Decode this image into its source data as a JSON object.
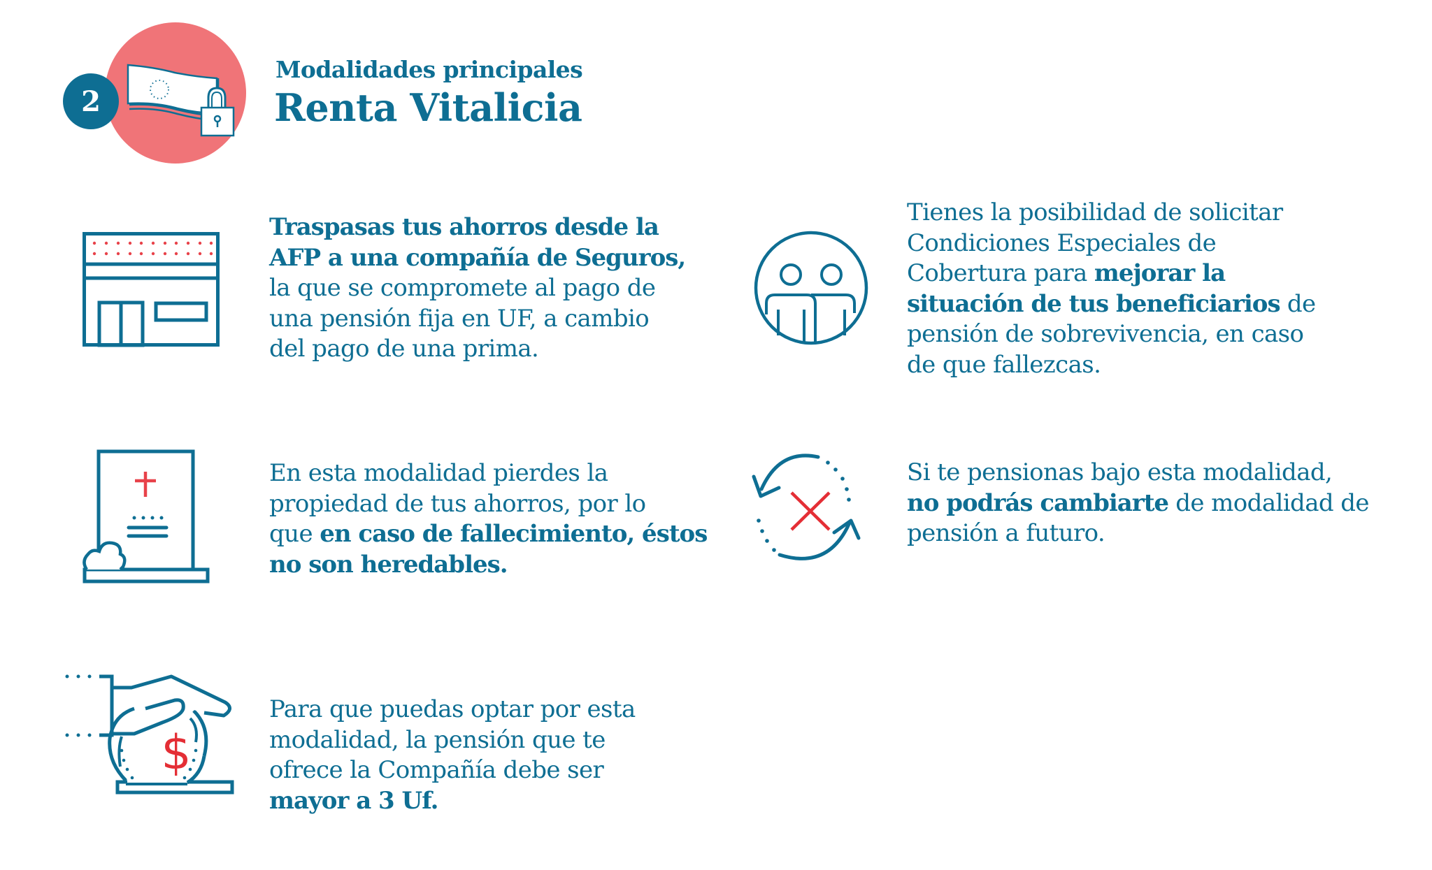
{
  "colors": {
    "primary": "#0E6E93",
    "accent_coral": "#F07478",
    "accent_red": "#E42E35",
    "background": "#FFFFFF"
  },
  "header": {
    "step_number": "2",
    "subtitle": "Modalidades principales",
    "title": "Renta Vitalicia",
    "icon": "locked-banknote-icon"
  },
  "items": [
    {
      "icon": "storefront-icon",
      "lines": [
        [
          {
            "text": "Traspasas tus ahorros desde la",
            "bold": true
          }
        ],
        [
          {
            "text": "AFP a una compañía de Seguros,",
            "bold": true
          }
        ],
        [
          {
            "text": "la que se compromete al pago de",
            "bold": false
          }
        ],
        [
          {
            "text": "una pensión fija en UF, a cambio",
            "bold": false
          }
        ],
        [
          {
            "text": "del pago de una prima.",
            "bold": false
          }
        ]
      ]
    },
    {
      "icon": "beneficiaries-people-icon",
      "lines": [
        [
          {
            "text": "Tienes la posibilidad de solicitar",
            "bold": false
          }
        ],
        [
          {
            "text": "Condiciones Especiales de",
            "bold": false
          }
        ],
        [
          {
            "text": "Cobertura para ",
            "bold": false
          },
          {
            "text": "mejorar la",
            "bold": true
          }
        ],
        [
          {
            "text": "situación de tus beneficiarios",
            "bold": true
          },
          {
            "text": " de",
            "bold": false
          }
        ],
        [
          {
            "text": "pensión de sobrevivencia, en caso",
            "bold": false
          }
        ],
        [
          {
            "text": "de que fallezcas.",
            "bold": false
          }
        ]
      ]
    },
    {
      "icon": "tombstone-icon",
      "lines": [
        [
          {
            "text": "En esta modalidad pierdes la",
            "bold": false
          }
        ],
        [
          {
            "text": "propiedad de tus ahorros, por lo",
            "bold": false
          }
        ],
        [
          {
            "text": "que ",
            "bold": false
          },
          {
            "text": "en caso de fallecimiento, éstos",
            "bold": true
          }
        ],
        [
          {
            "text": "no son heredables.",
            "bold": true
          }
        ]
      ]
    },
    {
      "icon": "no-change-cycle-icon",
      "lines": [
        [
          {
            "text": "Si te pensionas bajo esta modalidad,",
            "bold": false
          }
        ],
        [
          {
            "text": "no podrás cambiarte",
            "bold": true
          },
          {
            "text": " de modalidad de",
            "bold": false
          }
        ],
        [
          {
            "text": "pensión a futuro.",
            "bold": false
          }
        ]
      ]
    },
    {
      "icon": "hand-over-coin-icon",
      "lines": [
        [
          {
            "text": "Para que puedas optar por esta",
            "bold": false
          }
        ],
        [
          {
            "text": "modalidad, la pensión que te",
            "bold": false
          }
        ],
        [
          {
            "text": "ofrece la Compañía debe ser",
            "bold": false
          }
        ],
        [
          {
            "text": "mayor a 3 Uf.",
            "bold": true
          }
        ]
      ]
    }
  ],
  "icon_labels": {
    "coin_symbol": "$"
  }
}
